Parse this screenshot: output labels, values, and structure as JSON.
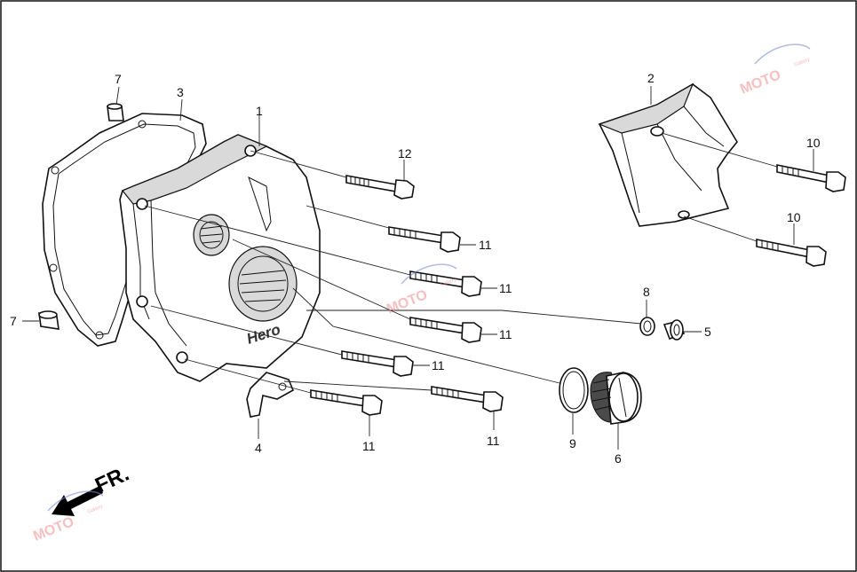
{
  "callouts": {
    "c1": "1",
    "c2": "2",
    "c3": "3",
    "c4": "4",
    "c5": "5",
    "c6": "6",
    "c7a": "7",
    "c7b": "7",
    "c8": "8",
    "c9": "9",
    "c10a": "10",
    "c10b": "10",
    "c11a": "11",
    "c11b": "11",
    "c11c": "11",
    "c11d": "11",
    "c11e": "11",
    "c11f": "11",
    "c12": "12"
  },
  "cover_logo": "Hero",
  "front_indicator": "FR.",
  "watermark": {
    "text": "MOTO",
    "subtext": "Galaxy"
  },
  "colors": {
    "outline": "#111111",
    "watermark": "#f28c8c"
  }
}
